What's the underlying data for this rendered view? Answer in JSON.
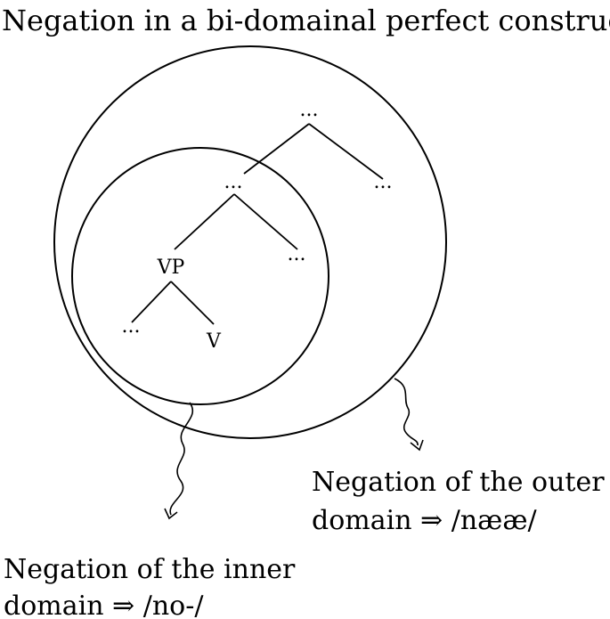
{
  "title": "Negation in a bi-domainal perfect construction:",
  "tree": {
    "root": "...",
    "level1_left": "...",
    "level1_right": "...",
    "level2_left": "VP",
    "level2_right": "...",
    "level3_left": "...",
    "level3_right": "V"
  },
  "outer_label": {
    "line1": "Negation of the outer",
    "line2": "domain ⇒ /nææ/"
  },
  "inner_label": {
    "line1": "Negation of the inner",
    "line2": "domain ⇒ /no-/"
  }
}
